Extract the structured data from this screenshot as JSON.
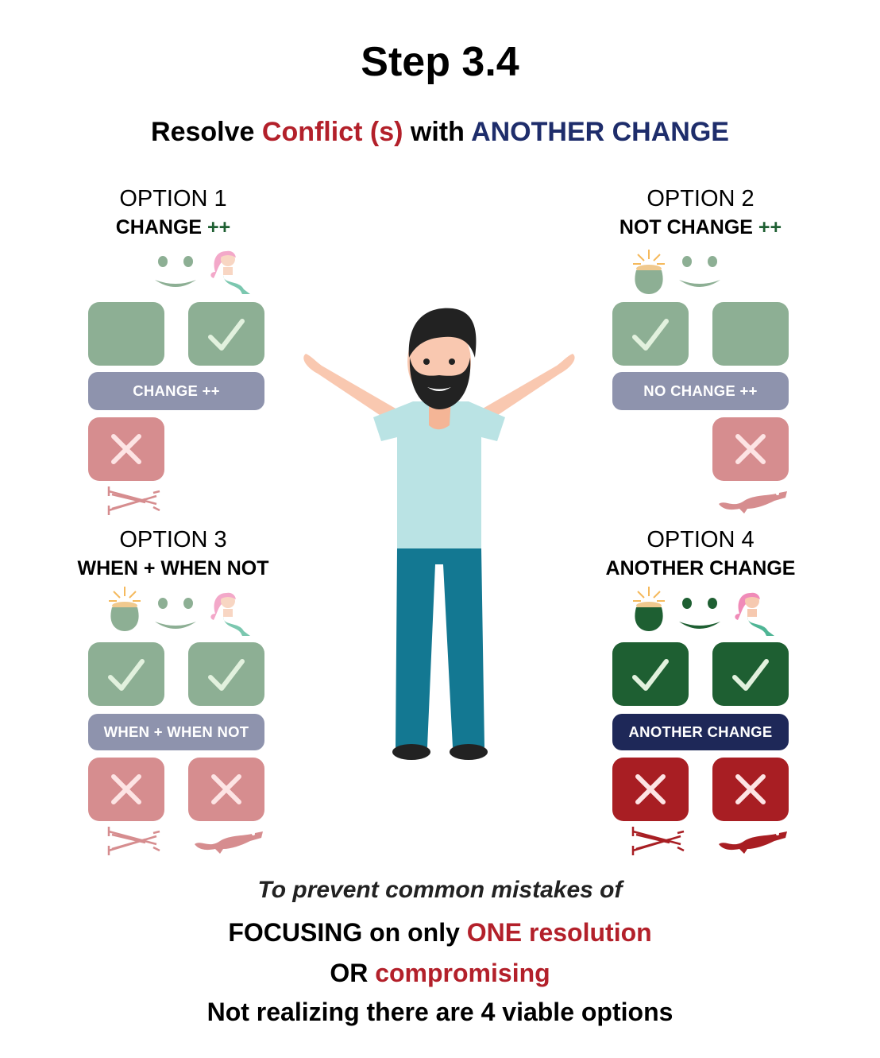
{
  "title": "Step 3.4",
  "subtitle": {
    "part1": "Resolve ",
    "part2": "Conflict (s)",
    "part3": " with ",
    "part4": "ANOTHER CHANGE"
  },
  "options": [
    {
      "number": "OPTION 1",
      "name": "CHANGE ",
      "plus": "++",
      "bar_label": "CHANGE ++"
    },
    {
      "number": "OPTION 2",
      "name": "NOT CHANGE ",
      "plus": "++",
      "bar_label": "NO CHANGE ++"
    },
    {
      "number": "OPTION 3",
      "name": "WHEN + WHEN NOT",
      "bar_label": "WHEN + WHEN NOT"
    },
    {
      "number": "OPTION 4",
      "name": "ANOTHER CHANGE",
      "bar_label": "ANOTHER CHANGE"
    }
  ],
  "footer": {
    "line1": "To prevent common mistakes of",
    "line2a": "FOCUSING on only ",
    "line2b": "ONE resolution",
    "line3a": "OR ",
    "line3b": "compromising",
    "line4": "Not realizing there are 4 viable options"
  },
  "colors": {
    "light_green": "#8daf94",
    "dark_green": "#1e5f32",
    "light_red": "#d68d8f",
    "dark_red": "#a81e23",
    "bar": "#8e93ad",
    "navy": "#1e2858",
    "accent_red": "#b3202a"
  },
  "icons": [
    "smile-icon",
    "mermaid-icon",
    "pot-of-gold-icon",
    "crutches-icon",
    "crocodile-icon",
    "check-icon",
    "x-icon"
  ]
}
